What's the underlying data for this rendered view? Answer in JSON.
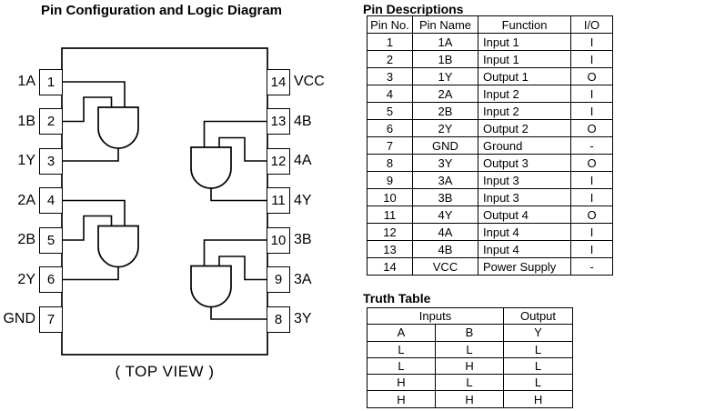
{
  "diagram": {
    "title": "Pin Configuration and Logic Diagram",
    "top_view_label": "( TOP VIEW )",
    "package": "DIP-14",
    "gate_type": "AND",
    "gate_count": 4,
    "left_pins": [
      {
        "number": "1",
        "label": "1A"
      },
      {
        "number": "2",
        "label": "1B"
      },
      {
        "number": "3",
        "label": "1Y"
      },
      {
        "number": "4",
        "label": "2A"
      },
      {
        "number": "5",
        "label": "2B"
      },
      {
        "number": "6",
        "label": "2Y"
      },
      {
        "number": "7",
        "label": "GND"
      }
    ],
    "right_pins": [
      {
        "number": "14",
        "label": "VCC"
      },
      {
        "number": "13",
        "label": "4B"
      },
      {
        "number": "12",
        "label": "4A"
      },
      {
        "number": "11",
        "label": "4Y"
      },
      {
        "number": "10",
        "label": "3B"
      },
      {
        "number": "9",
        "label": "3A"
      },
      {
        "number": "8",
        "label": "3Y"
      }
    ]
  },
  "pin_descriptions": {
    "title": "Pin Descriptions",
    "headers": [
      "Pin No.",
      "Pin Name",
      "Function",
      "I/O"
    ],
    "rows": [
      [
        "1",
        "1A",
        "Input 1",
        "I"
      ],
      [
        "2",
        "1B",
        "Input 1",
        "I"
      ],
      [
        "3",
        "1Y",
        "Output 1",
        "O"
      ],
      [
        "4",
        "2A",
        "Input 2",
        "I"
      ],
      [
        "5",
        "2B",
        "Input 2",
        "I"
      ],
      [
        "6",
        "2Y",
        "Output 2",
        "O"
      ],
      [
        "7",
        "GND",
        "Ground",
        "-"
      ],
      [
        "8",
        "3Y",
        "Output 3",
        "O"
      ],
      [
        "9",
        "3A",
        "Input 3",
        "I"
      ],
      [
        "10",
        "3B",
        "Input 3",
        "I"
      ],
      [
        "11",
        "4Y",
        "Output 4",
        "O"
      ],
      [
        "12",
        "4A",
        "Input 4",
        "I"
      ],
      [
        "13",
        "4B",
        "Input 4",
        "I"
      ],
      [
        "14",
        "VCC",
        "Power Supply",
        "-"
      ]
    ]
  },
  "truth_table": {
    "title": "Truth Table",
    "group_headers": [
      "Inputs",
      "Output"
    ],
    "column_headers": [
      "A",
      "B",
      "Y"
    ],
    "rows": [
      [
        "L",
        "L",
        "L"
      ],
      [
        "L",
        "H",
        "L"
      ],
      [
        "H",
        "L",
        "L"
      ],
      [
        "H",
        "H",
        "H"
      ]
    ]
  },
  "colors": {
    "line": "#000000",
    "text": "#000000",
    "background": "#ffffff"
  }
}
